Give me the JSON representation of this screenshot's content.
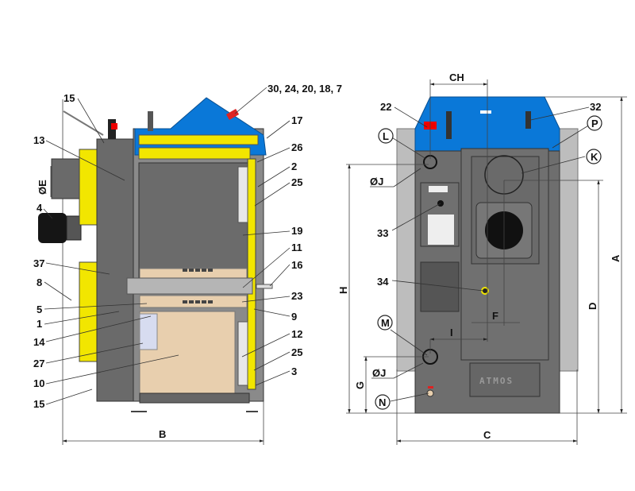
{
  "side_view": {
    "labels": [
      "15",
      "13",
      "ØE",
      "4",
      "37",
      "8",
      "5",
      "1",
      "14",
      "27",
      "10",
      "15",
      "30, 24, 20, 18, 7",
      "17",
      "26",
      "2",
      "25",
      "19",
      "11",
      "16",
      "23",
      "9",
      "12",
      "25",
      "3"
    ],
    "dimension_B": "B"
  },
  "rear_view": {
    "dimension_CH": "CH",
    "labels": [
      "22",
      "32",
      "33",
      "34"
    ],
    "circled": [
      "L",
      "P",
      "K",
      "M",
      "N"
    ],
    "dia_J_top": "ØJ",
    "dia_J_bottom": "ØJ",
    "dimension_I": "I",
    "dimension_F": "F",
    "dimension_G": "G",
    "dimension_H": "H",
    "dimension_D": "D",
    "dimension_A": "A",
    "dimension_C": "C",
    "brand_plate": "ATMOS"
  },
  "colors": {
    "hood": "#0a78d8",
    "body": "#6e6e6e",
    "insulation": "#f2e600",
    "refractory": "#e8cfae",
    "panel": "#b8b8b8"
  }
}
